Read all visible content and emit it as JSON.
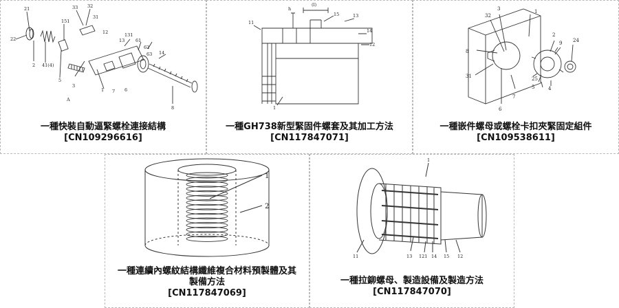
{
  "patents": [
    {
      "title": "一種快裝自動逼緊螺栓連接結構",
      "number": "[CN109296616]",
      "fig_labels": [
        "21",
        "22",
        "2",
        "41(4)",
        "151",
        "5",
        "33",
        "32",
        "31",
        "12",
        "13",
        "131",
        "61",
        "62",
        "63",
        "14",
        "3",
        "A",
        "1",
        "7",
        "6",
        "8"
      ]
    },
    {
      "title": "一種GH738新型緊固件螺套及其加工方法",
      "number": "[CN117847071]",
      "fig_labels": [
        "h",
        "(l)",
        "15",
        "13",
        "11",
        "14",
        "12",
        "1"
      ]
    },
    {
      "title": "一種嵌件螺母或螺栓卡扣夾緊固定組件",
      "number": "[CN109538611]",
      "fig_labels": [
        "3",
        "32",
        "1",
        "8",
        "2",
        "9",
        "24",
        "31",
        "25",
        "5",
        "4",
        "7",
        "6"
      ]
    },
    {
      "title": "一種連續內螺紋結構纖維複合材料預製體及其製備方法",
      "title_line1": "一種連續內螺紋結構纖維複合材料預製體及其",
      "title_line2": "製備方法",
      "number": "[CN117847069]",
      "fig_labels": [
        "1",
        "2"
      ]
    },
    {
      "title": "一種拉鉚螺母、製造設備及製造方法",
      "number": "[CN117847070]",
      "fig_labels": [
        "1",
        "11",
        "13",
        "121",
        "14",
        "15",
        "12"
      ]
    }
  ]
}
